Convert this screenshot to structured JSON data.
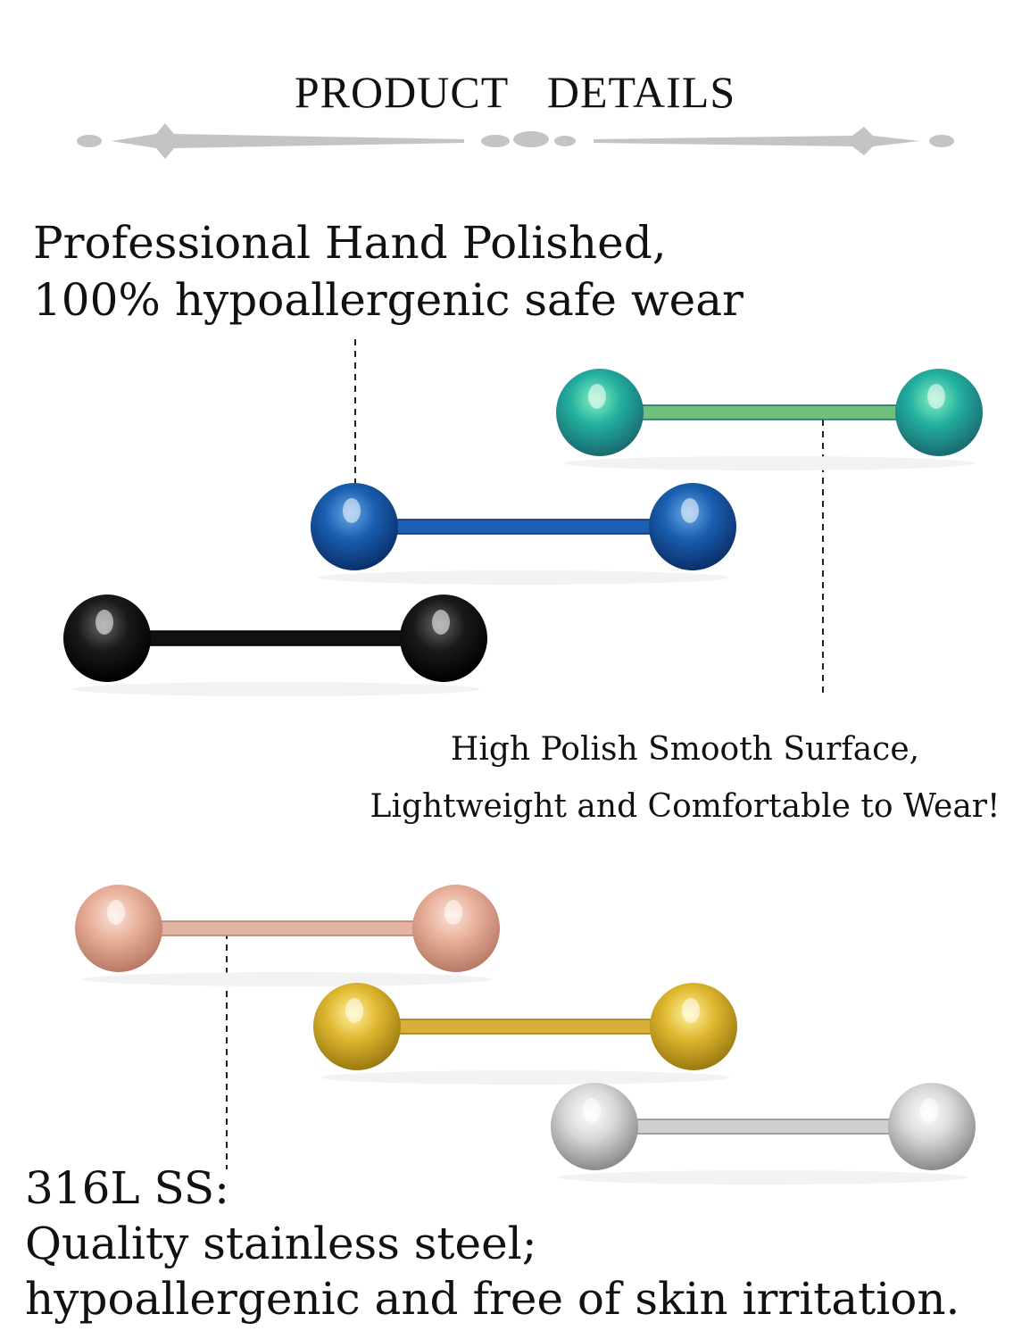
{
  "title": "PRODUCT DETAILS",
  "feature_1": {
    "line1": "Professional Hand Polished,",
    "line2": "100% hypoallergenic safe wear"
  },
  "feature_2": {
    "line1": "High Polish Smooth Surface,",
    "line2": "Lightweight and Comfortable to Wear!"
  },
  "feature_3": {
    "line1": "316L SS:",
    "line2": "Quality stainless steel;",
    "line3": "hypoallergenic and free of skin irritation."
  },
  "barbells": [
    {
      "name": "rainbow",
      "colors": [
        "#8af0c0",
        "#22b0a0",
        "#1a6a70"
      ],
      "bar": "#6fc07a"
    },
    {
      "name": "blue",
      "colors": [
        "#6aa8e8",
        "#1a5fb0",
        "#0a2f6a"
      ],
      "bar": "#1e5fb5"
    },
    {
      "name": "black",
      "colors": [
        "#666666",
        "#1a1a1a",
        "#000000"
      ],
      "bar": "#111111"
    },
    {
      "name": "rose-gold",
      "colors": [
        "#fbe3d8",
        "#e8b09a",
        "#b87a66"
      ],
      "bar": "#e2b4a2"
    },
    {
      "name": "gold",
      "colors": [
        "#fff3a0",
        "#e0b830",
        "#9a7a10"
      ],
      "bar": "#d8b038"
    },
    {
      "name": "silver",
      "colors": [
        "#ffffff",
        "#d8d8d8",
        "#8a8a8a"
      ],
      "bar": "#cfcfcf"
    }
  ]
}
